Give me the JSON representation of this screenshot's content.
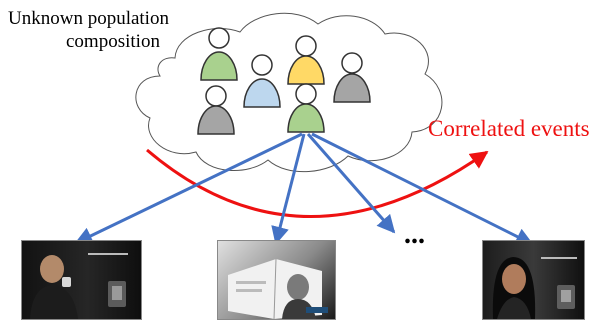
{
  "labels": {
    "population_line1": "Unknown population",
    "population_line2": "composition",
    "correlated_events": "Correlated events",
    "ellipsis": "..."
  },
  "colors": {
    "arrow_blue": "#4472c4",
    "correlation_red": "#ee1111",
    "person_green": "#a9d18e",
    "person_blue": "#bdd7ee",
    "person_yellow": "#ffd966",
    "person_gray": "#a5a5a5"
  },
  "people": [
    {
      "color": "green"
    },
    {
      "color": "blue"
    },
    {
      "color": "yellow"
    },
    {
      "color": "gray"
    },
    {
      "color": "gray"
    },
    {
      "color": "green"
    }
  ],
  "ads": [
    {
      "image": "advertisement-man-holding-cup"
    },
    {
      "image": "advertisement-magazine-with-man"
    },
    {
      "image": "advertisement-woman-portrait"
    }
  ]
}
